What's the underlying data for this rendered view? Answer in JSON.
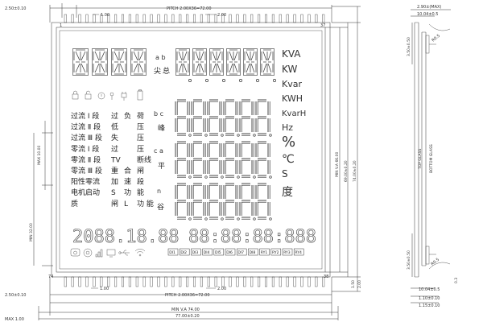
{
  "top_dims": {
    "left": "2.50±0.10",
    "pitch": "PITCH 2.00X36=72.00",
    "pin_one": "1.00",
    "pin_pitch": "2.00"
  },
  "pin_numbers": {
    "tl": "1",
    "tr": "37",
    "bl": "74",
    "br": "38"
  },
  "bottom_dims": {
    "left": "2.50±0.10",
    "pitch": "PITCH 2.00X36=72.00",
    "pin_one": "1.00",
    "pin_pitch": "2.00",
    "va": "MIN V.A 74.00",
    "overall": "77.00±0.20",
    "max": "MAX 1.00"
  },
  "left_dims": {
    "top": "MAX 10.00",
    "mid": "MIN 32.00"
  },
  "right_dims": {
    "va": "MIN V.A 66.00",
    "outer1": "69.00±0.20",
    "outer2": "74.00±0.20",
    "small1": "1.50",
    "small2": "2.00"
  },
  "side_view": {
    "top_thickness": "2.90±(MAX)",
    "top_inner": "10.04±0.5",
    "angle_top": "R0.5",
    "len_top": "3.50±0.50",
    "top_glass": "TOP GLASS",
    "bottom_glass": "BOTTOM GLASS",
    "len_bottom": "3.50±0.50",
    "angle_bottom": "R0.5",
    "bot_inner": "10.04±0.5",
    "bot_a": "1.10±0.10",
    "bot_b": "1.15±0.10",
    "tiny": "0.3"
  },
  "display": {
    "ab": "a b",
    "jian": "尖",
    "zong": "总",
    "bc": "b c",
    "feng": "峰",
    "ca": "c a",
    "ping": "平",
    "n": "n",
    "gu": "谷",
    "units": [
      "KVA",
      "KW",
      "Kvar",
      "KWH",
      "KvarH",
      "Hz",
      "%",
      "℃",
      "S",
      "度"
    ],
    "status_rows": [
      [
        "过流 I 段",
        "过",
        "负",
        "荷"
      ],
      [
        "过流 Ⅱ 段",
        "低",
        "",
        "压"
      ],
      [
        "过流 Ⅲ 段",
        "失",
        "",
        "压"
      ],
      [
        "零流 I 段",
        "过",
        "",
        "压"
      ],
      [
        "零流 Ⅱ 段",
        "TV",
        "",
        "断线"
      ],
      [
        "零流 Ⅲ 段",
        "重",
        "合",
        "闸"
      ],
      [
        "阳性零流",
        "加",
        "速",
        "段"
      ],
      [
        "电机启动",
        "S",
        "功",
        "能"
      ],
      [
        "质",
        "闸",
        "L",
        "功 能"
      ]
    ],
    "date_digits": "2088.18.88",
    "time_digits": "88:88:88:888",
    "tags": [
      "DI1",
      "DI2",
      "DI3",
      "DI4",
      "DI5",
      "DI6",
      "DI7",
      "DI8",
      "RY1",
      "RY2",
      "RY3",
      "RY4"
    ]
  }
}
